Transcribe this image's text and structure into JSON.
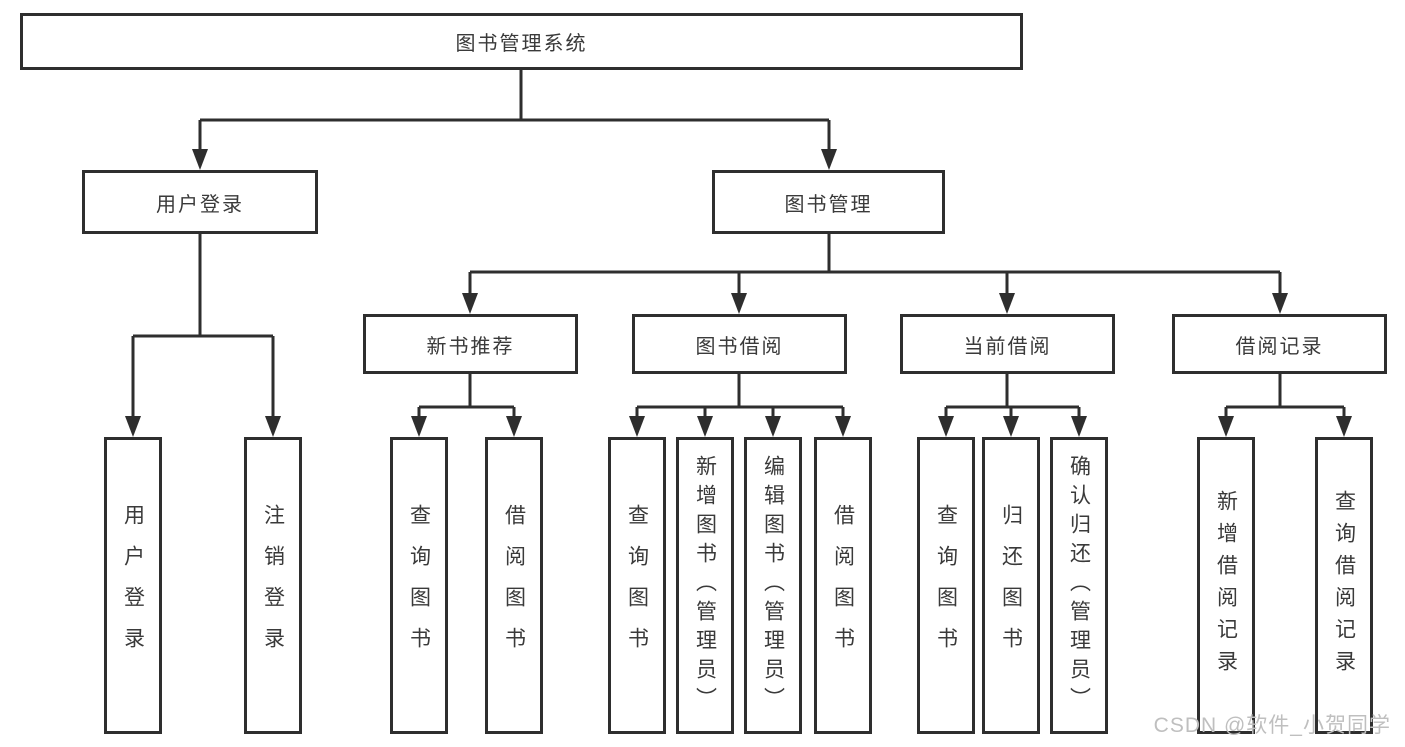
{
  "diagram": {
    "root": {
      "label": "图书管理系统"
    },
    "branches": [
      {
        "label": "用户登录",
        "children": [
          "用户登录",
          "注销登录"
        ]
      },
      {
        "label": "图书管理",
        "modules": [
          {
            "label": "新书推荐",
            "children": [
              "查询图书",
              "借阅图书"
            ]
          },
          {
            "label": "图书借阅",
            "children": [
              "查询图书",
              "新增图书（管理员）",
              "编辑图书（管理员）",
              "借阅图书"
            ]
          },
          {
            "label": "当前借阅",
            "children": [
              "查询图书",
              "归还图书",
              "确认归还（管理员）"
            ]
          },
          {
            "label": "借阅记录",
            "children": [
              "新增借阅记录",
              "查询借阅记录"
            ]
          }
        ]
      }
    ]
  },
  "watermark": "CSDN @软件_小贺同学",
  "colors": {
    "line": "#2e2e2e",
    "text": "#3a3a3a",
    "background": "#ffffff",
    "watermark": "#bfbfbf"
  }
}
